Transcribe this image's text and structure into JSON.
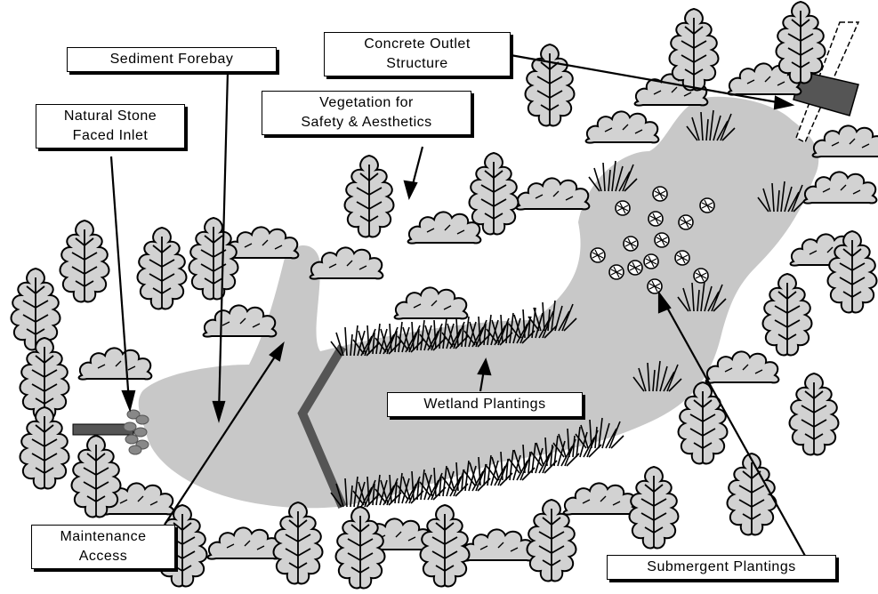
{
  "labels": {
    "sediment_forebay": "Sediment Forebay",
    "concrete_outlet": [
      "Concrete Outlet",
      "Structure"
    ],
    "vegetation": [
      "Vegetation for",
      "Safety & Aesthetics"
    ],
    "stone_inlet": [
      "Natural Stone",
      "Faced Inlet"
    ],
    "wetland": "Wetland Plantings",
    "maintenance": [
      "Maintenance",
      "Access"
    ],
    "submergent": "Submergent Plantings"
  },
  "colors": {
    "pond": "#c8c8c8",
    "foliage": "#d2d2d2",
    "outline": "#000000",
    "berm": "#555555"
  },
  "icons": [
    "oak-leaf-tree-icon",
    "shrub-icon",
    "reed-grass-icon",
    "lily-pad-icon",
    "stone-icon",
    "outlet-box-icon"
  ]
}
